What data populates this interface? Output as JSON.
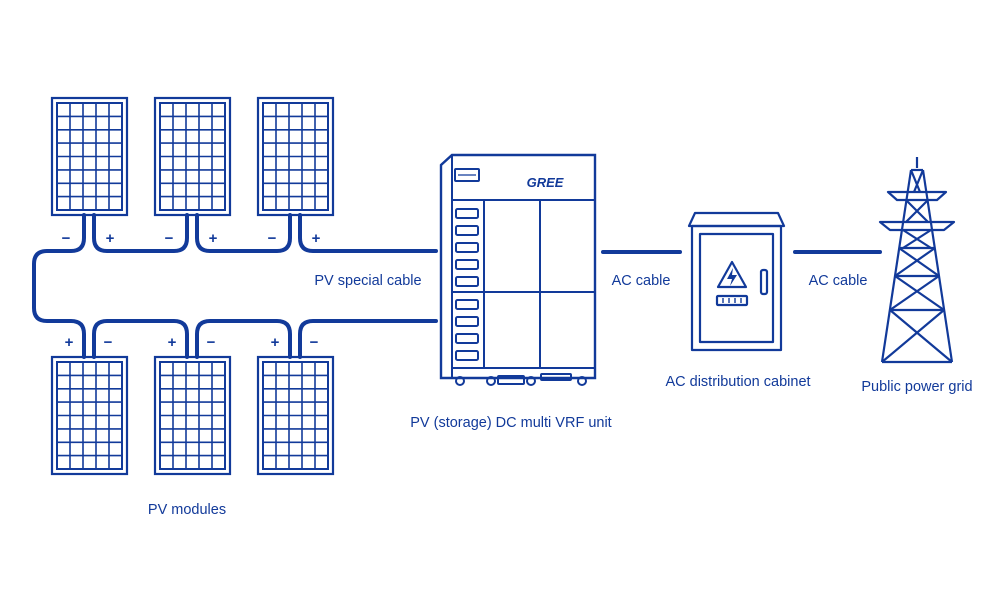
{
  "colors": {
    "line": "#123a9a",
    "background": "#ffffff"
  },
  "brand": {
    "logo_text": "GREE"
  },
  "labels": {
    "pv_special_cable": "PV special cable",
    "ac_cable_left": "AC cable",
    "ac_cable_right": "AC cable",
    "vrf_unit": "PV (storage) DC multi VRF unit",
    "ac_cabinet": "AC distribution cabinet",
    "power_grid": "Public power grid",
    "pv_modules": "PV modules"
  },
  "terminals": {
    "positive": "+",
    "negative": "−"
  },
  "icons": {
    "panel": "solar-panel-icon",
    "vrf": "vrf-unit-icon",
    "cabinet": "distribution-cabinet-icon",
    "warning": "high-voltage-warning-icon",
    "tower": "transmission-tower-icon"
  }
}
